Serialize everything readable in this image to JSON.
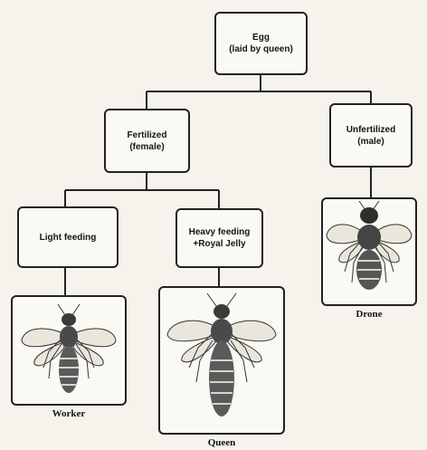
{
  "nodes": {
    "egg": {
      "line1": "Egg",
      "line2": "(laid by queen)"
    },
    "fertilized": {
      "line1": "Fertilized",
      "line2": "(female)"
    },
    "unfertilized": {
      "line1": "Unfertilized",
      "line2": "(male)"
    },
    "light_feeding": {
      "line1": "Light feeding"
    },
    "heavy_feeding": {
      "line1": "Heavy feeding",
      "line2": "+Royal Jelly"
    }
  },
  "captions": {
    "worker": "Worker",
    "queen": "Queen",
    "drone": "Drone"
  }
}
